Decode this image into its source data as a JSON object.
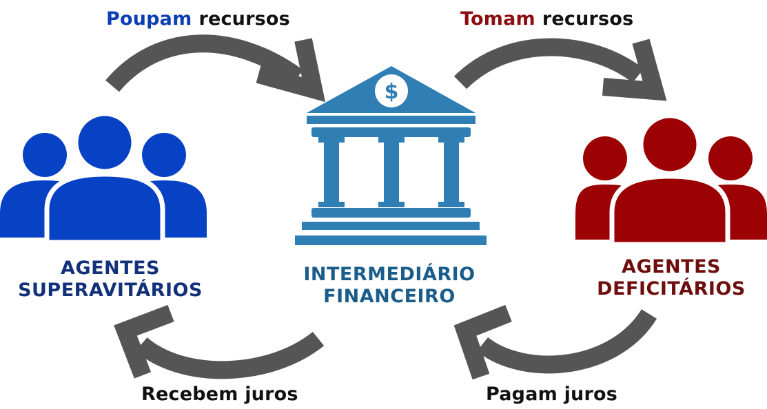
{
  "colors": {
    "blue_accent": "#0c3fb5",
    "red_accent": "#8b0e12",
    "bank": "#2f7fb5",
    "arrow": "#555555",
    "superavitarios_group": "#0742c4",
    "deficitarios_group": "#9c0204"
  },
  "captions": {
    "top_left": {
      "keyword": "Poupam",
      "rest": "recursos"
    },
    "top_right": {
      "keyword": "Tomam",
      "rest": "recursos"
    },
    "bottom_left": "Recebem juros",
    "bottom_right": "Pagam juros"
  },
  "nodes": {
    "superavitarios": {
      "line1": "AGENTES",
      "line2": "SUPERAVITÁRIOS",
      "icon": "people-group-icon"
    },
    "intermediario": {
      "line1": "INTERMEDIÁRIO",
      "line2": "FINANCEIRO",
      "icon": "bank-icon",
      "symbol": "$"
    },
    "deficitarios": {
      "line1": "AGENTES",
      "line2": "DEFICITÁRIOS",
      "icon": "people-group-icon"
    }
  }
}
